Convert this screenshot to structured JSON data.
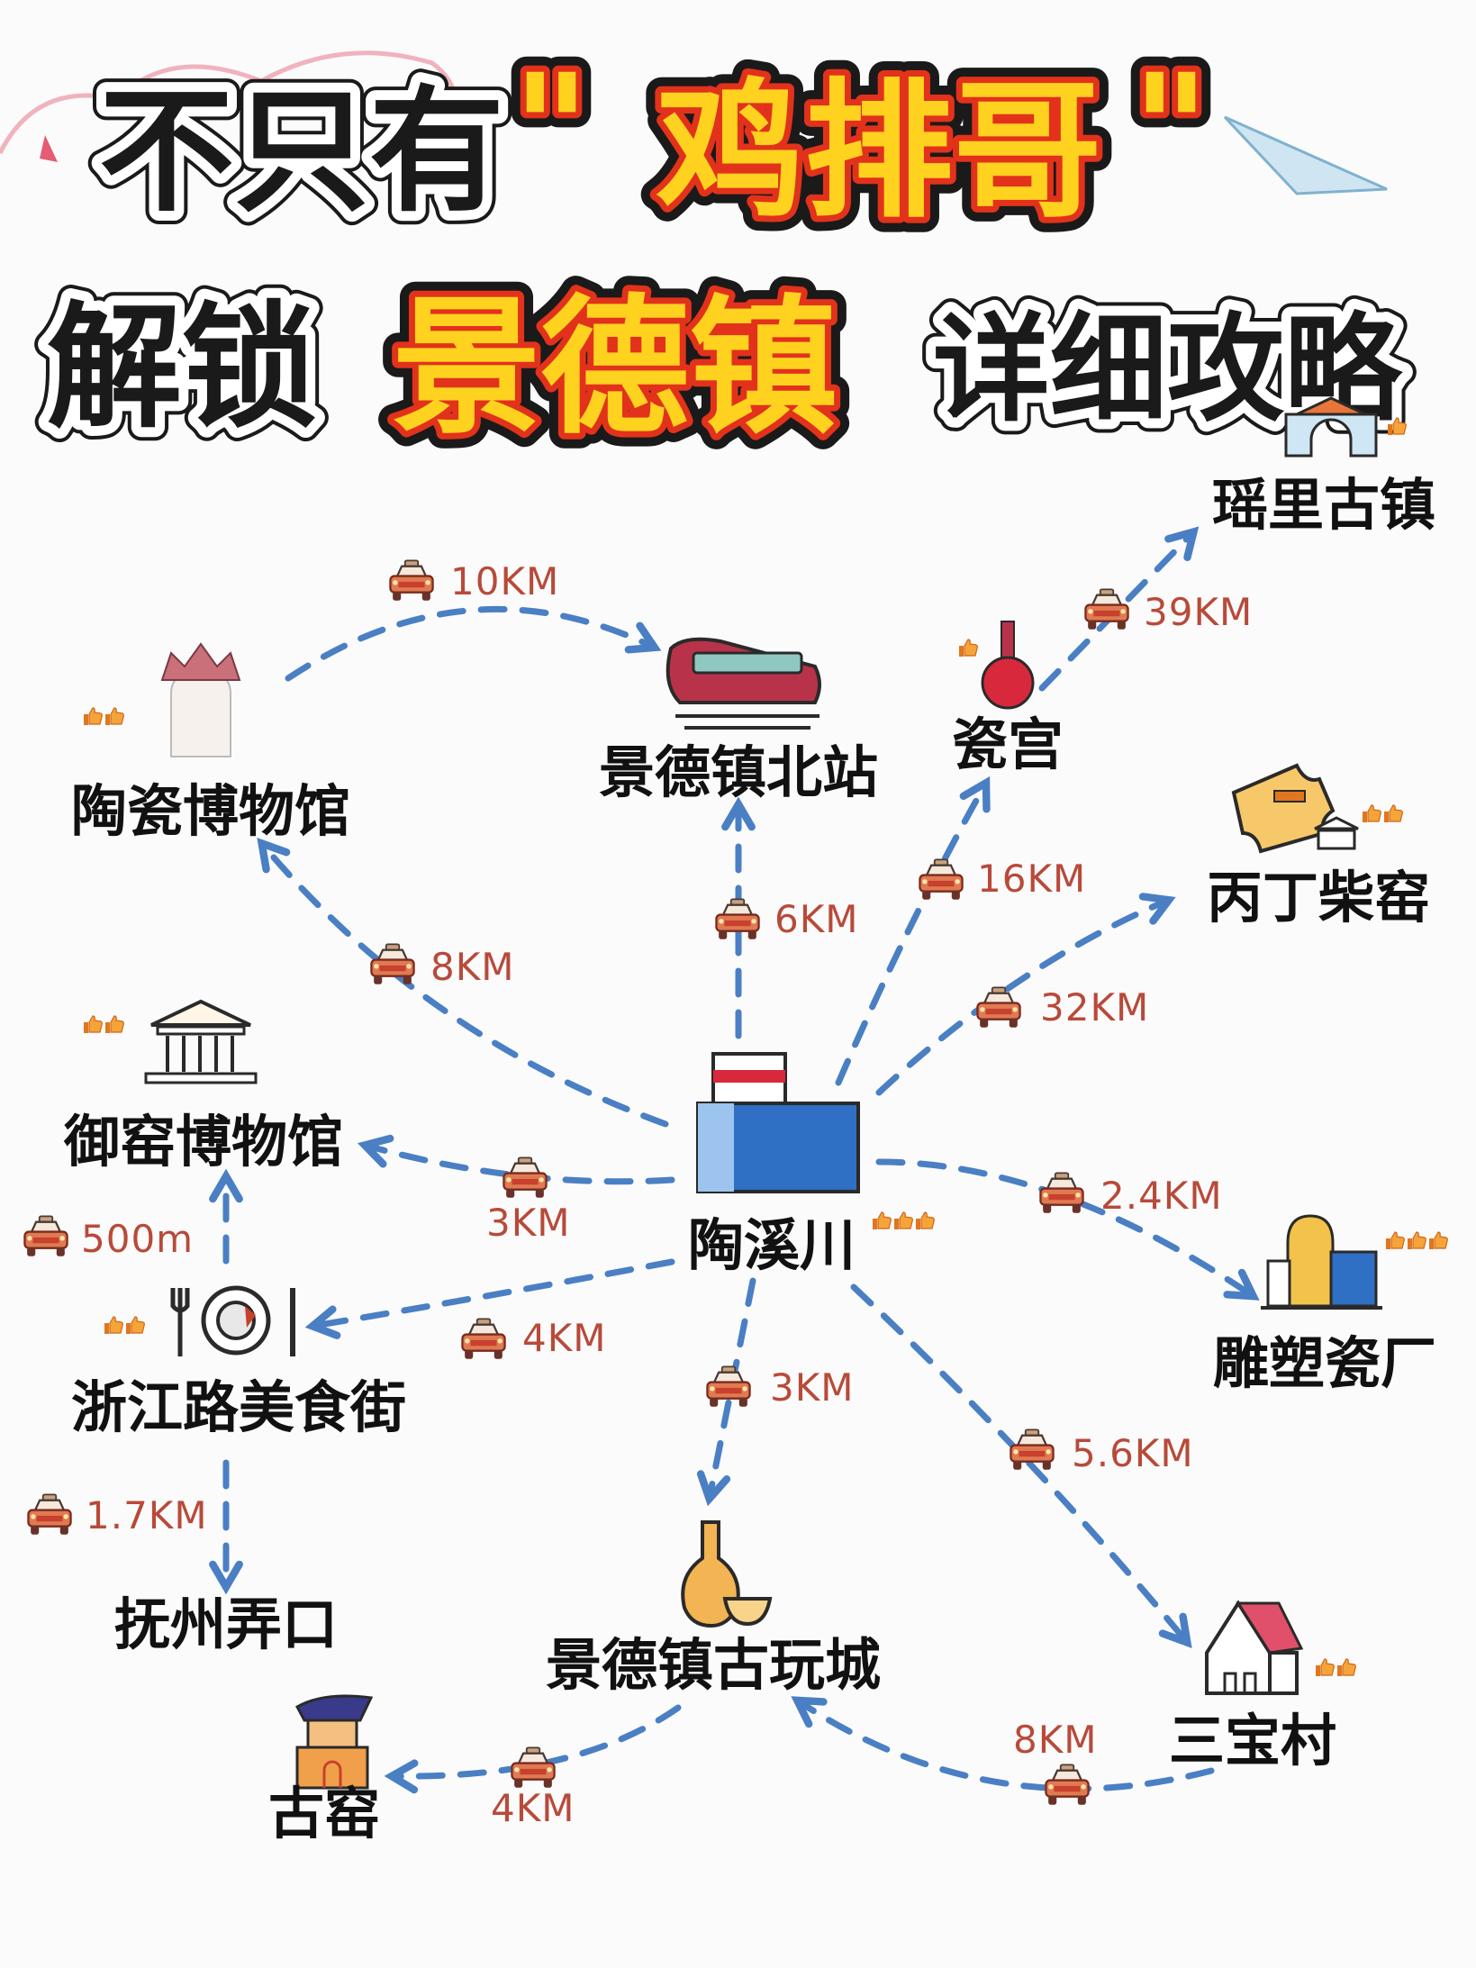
{
  "title": {
    "line1_prefix": "不只有",
    "quote_open": "\"",
    "highlight1": "鸡排哥",
    "quote_close": "\"",
    "line2_prefix": "解锁",
    "highlight2": "景德镇",
    "line2_suffix": "详细攻略"
  },
  "places": {
    "yaoli": {
      "name": "瑶里古镇",
      "icon": "ancient-gate-icon",
      "rating": 1
    },
    "north_station": {
      "name": "景德镇北站",
      "icon": "train-icon",
      "rating": 0
    },
    "cigong": {
      "name": "瓷宫",
      "icon": "red-vase-icon",
      "rating": 1
    },
    "bingding": {
      "name": "丙丁柴窑",
      "icon": "ticket-icon",
      "rating": 2
    },
    "ceramic_museum": {
      "name": "陶瓷博物馆",
      "icon": "museum-figure-icon",
      "rating": 2
    },
    "imperial_kiln_museum": {
      "name": "御窑博物馆",
      "icon": "museum-building-icon",
      "rating": 2
    },
    "taoxichuan": {
      "name": "陶溪川",
      "icon": "factory-icon",
      "rating": 3
    },
    "sculpture_factory": {
      "name": "雕塑瓷厂",
      "icon": "factory-building-icon",
      "rating": 3
    },
    "food_street": {
      "name": "浙江路美食街",
      "icon": "food-plate-icon",
      "rating": 2
    },
    "fuzhou_lane": {
      "name": "抚州弄口",
      "icon": "",
      "rating": 0
    },
    "antique_city": {
      "name": "景德镇古玩城",
      "icon": "porcelain-flask-icon",
      "rating": 0
    },
    "sanbao": {
      "name": "三宝村",
      "icon": "house-icon",
      "rating": 2
    },
    "ancient_kiln": {
      "name": "古窑",
      "icon": "kiln-tower-icon",
      "rating": 0
    }
  },
  "routes": [
    {
      "from": "ceramic_museum",
      "to": "north_station",
      "distance": "10KM",
      "mode": "taxi"
    },
    {
      "from": "taoxichuan",
      "to": "north_station",
      "distance": "6KM",
      "mode": "taxi"
    },
    {
      "from": "taoxichuan",
      "to": "cigong",
      "distance": "16KM",
      "mode": "taxi"
    },
    {
      "from": "cigong",
      "to": "yaoli",
      "distance": "39KM",
      "mode": "taxi"
    },
    {
      "from": "taoxichuan",
      "to": "bingding",
      "distance": "32KM",
      "mode": "taxi"
    },
    {
      "from": "taoxichuan",
      "to": "ceramic_museum",
      "distance": "8KM",
      "mode": "taxi"
    },
    {
      "from": "taoxichuan",
      "to": "imperial_kiln_museum",
      "distance": "3KM",
      "mode": "taxi"
    },
    {
      "from": "taoxichuan",
      "to": "sculpture_factory",
      "distance": "2.4KM",
      "mode": "taxi"
    },
    {
      "from": "food_street",
      "to": "imperial_kiln_museum",
      "distance": "500m",
      "mode": "taxi"
    },
    {
      "from": "taoxichuan",
      "to": "food_street",
      "distance": "4KM",
      "mode": "taxi"
    },
    {
      "from": "food_street",
      "to": "fuzhou_lane",
      "distance": "1.7KM",
      "mode": "taxi"
    },
    {
      "from": "taoxichuan",
      "to": "antique_city",
      "distance": "3KM",
      "mode": "taxi"
    },
    {
      "from": "taoxichuan",
      "to": "sanbao",
      "distance": "5.6KM",
      "mode": "taxi"
    },
    {
      "from": "antique_city",
      "to": "ancient_kiln",
      "distance": "4KM",
      "mode": "taxi"
    },
    {
      "from": "sanbao",
      "to": "antique_city",
      "distance": "8KM",
      "mode": "taxi"
    }
  ],
  "colors": {
    "route": "#4a7fc4",
    "distance_text": "#b84a3a",
    "highlight_fill": "#ffd21f",
    "highlight_stroke": "#e2321b",
    "thumb": "#f0932b"
  }
}
